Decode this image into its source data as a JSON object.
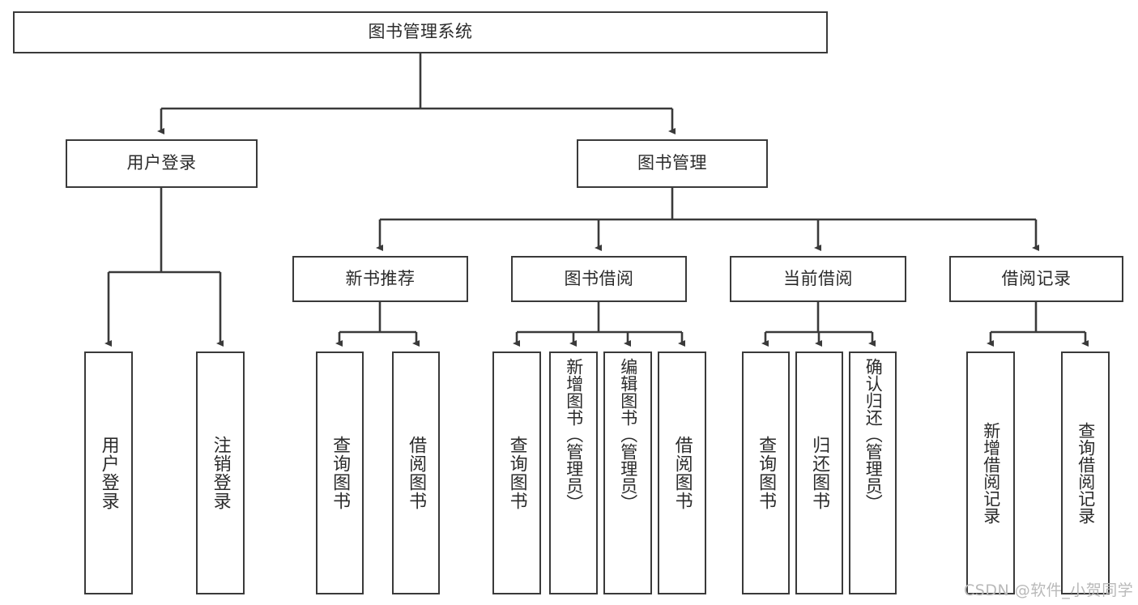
{
  "diagram": {
    "title": "图书管理系统",
    "type": "hierarchy-tree",
    "root": {
      "label": "图书管理系统",
      "name": "root-library-management-system"
    },
    "level2": [
      {
        "label": "用户登录",
        "name": "node-user-login"
      },
      {
        "label": "图书管理",
        "name": "node-book-management"
      }
    ],
    "level3": [
      {
        "label": "新书推荐",
        "name": "node-new-book-recommend"
      },
      {
        "label": "图书借阅",
        "name": "node-book-borrow"
      },
      {
        "label": "当前借阅",
        "name": "node-current-borrow"
      },
      {
        "label": "借阅记录",
        "name": "node-borrow-record"
      }
    ],
    "leaves": {
      "user_login": [
        {
          "label": "用户登录",
          "name": "leaf-user-login"
        },
        {
          "label": "注销登录",
          "name": "leaf-logout"
        }
      ],
      "new_book_recommend": [
        {
          "label": "查询图书",
          "name": "leaf-query-book-1"
        },
        {
          "label": "借阅图书",
          "name": "leaf-borrow-book-1"
        }
      ],
      "book_borrow": [
        {
          "label": "查询图书",
          "name": "leaf-query-book-2"
        },
        {
          "label": "新增图书（管理员）",
          "name": "leaf-add-book-admin"
        },
        {
          "label": "编辑图书（管理员）",
          "name": "leaf-edit-book-admin"
        },
        {
          "label": "借阅图书",
          "name": "leaf-borrow-book-2"
        }
      ],
      "current_borrow": [
        {
          "label": "查询图书",
          "name": "leaf-query-book-3"
        },
        {
          "label": "归还图书",
          "name": "leaf-return-book"
        },
        {
          "label": "确认归还（管理员）",
          "name": "leaf-confirm-return-admin"
        }
      ],
      "borrow_record": [
        {
          "label": "新增借阅记录",
          "name": "leaf-add-borrow-record"
        },
        {
          "label": "查询借阅记录",
          "name": "leaf-query-borrow-record"
        }
      ]
    },
    "watermark": "CSDN @软件_小贺同学",
    "colors": {
      "background": "#ffffff",
      "box_border": "#3a3a3a",
      "box_fill": "#ffffff",
      "text": "#2b2b2b",
      "connector": "#3a3a3a",
      "watermark": "#b9b9b9"
    }
  }
}
